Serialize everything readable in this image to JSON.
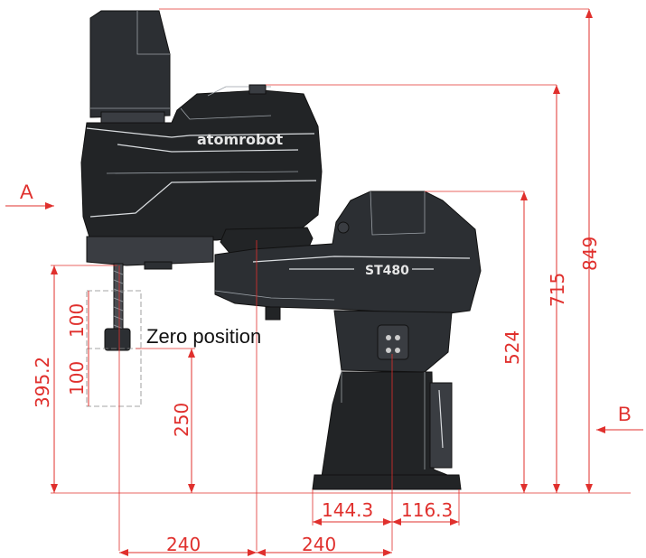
{
  "brand": {
    "logo_text": "atomrobot",
    "model_label": "ST480"
  },
  "annotations": {
    "zero_position": "Zero position",
    "view_a": "A",
    "view_b": "B"
  },
  "dimensions": {
    "total_height": "849",
    "arm_top_height": "715",
    "arm_bottom_height": "524",
    "stroke_reach": "395.2",
    "stroke_upper": "100",
    "stroke_lower": "100",
    "zero_height": "250",
    "arm1_length": "240",
    "arm2_length": "240",
    "base_left": "144.3",
    "base_right": "116.3"
  },
  "colors": {
    "dimension": "#e0302d",
    "robot_body": "#222426"
  }
}
